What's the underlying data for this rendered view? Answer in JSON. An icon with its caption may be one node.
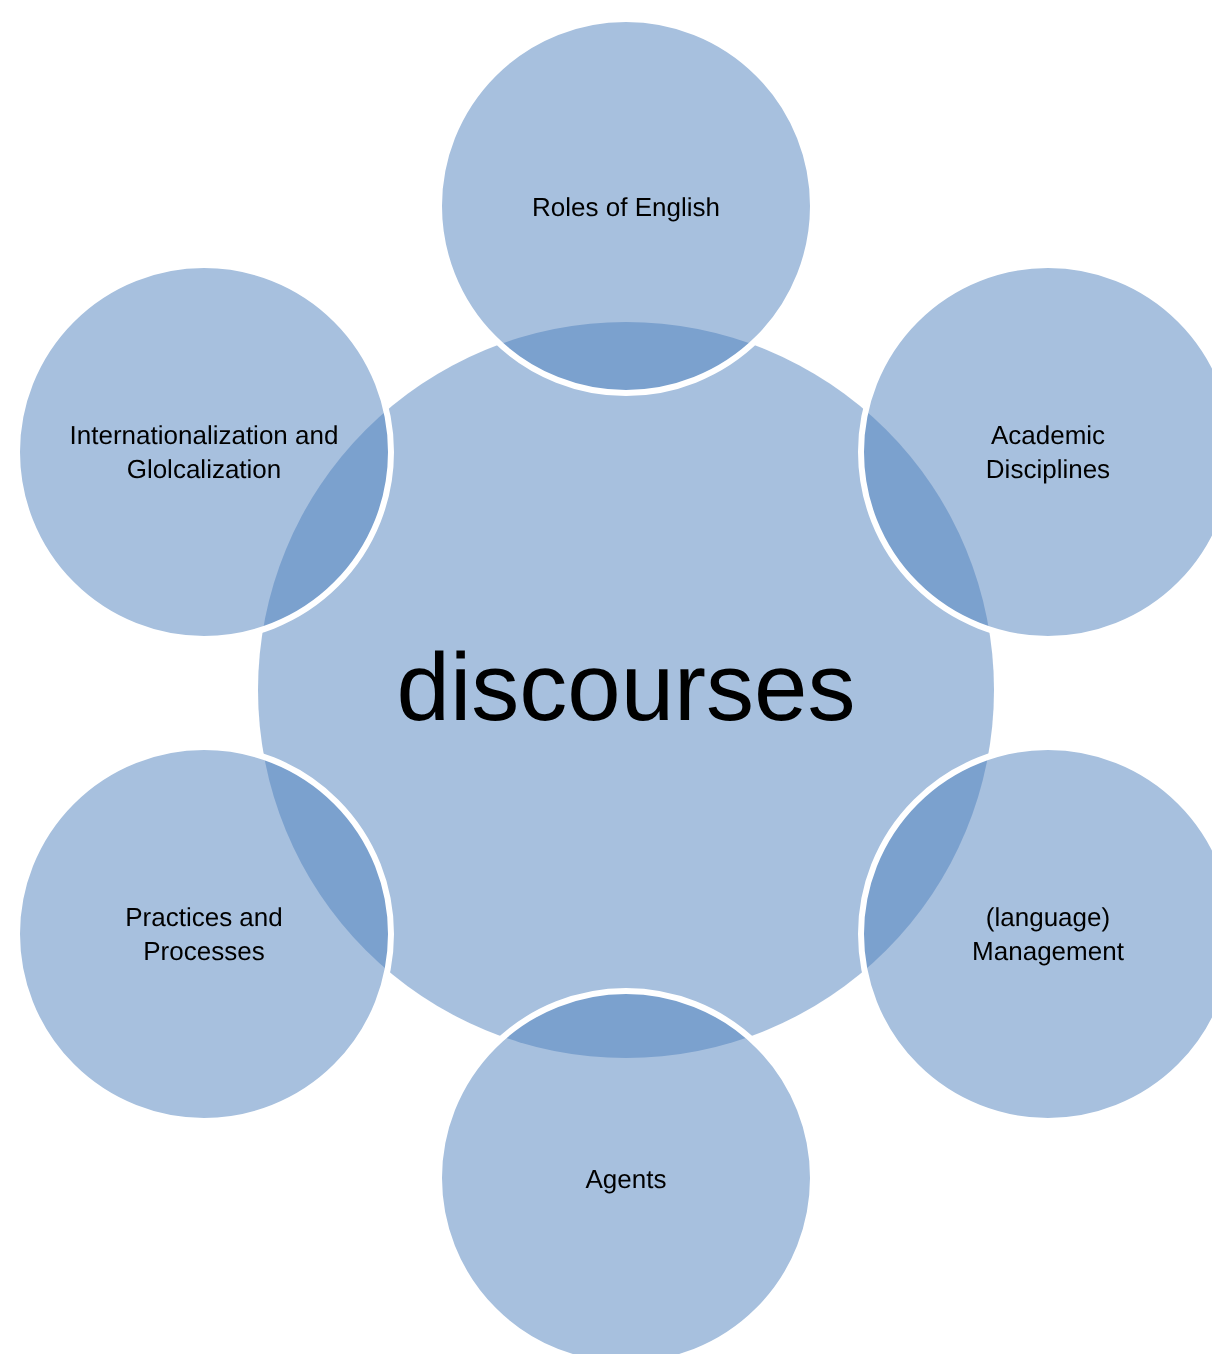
{
  "diagram": {
    "nodes": [
      {
        "text": [
          "discourses"
        ]
      },
      {
        "text": [
          "Roles of English"
        ]
      },
      {
        "text": [
          "Academic Disciplines"
        ]
      },
      {
        "text": [
          "(language) Management"
        ]
      },
      {
        "text": [
          "Agents"
        ]
      },
      {
        "text": [
          "Practices and Processes"
        ]
      },
      {
        "text": [
          "Internationalization and Glolcalization"
        ]
      }
    ]
  }
}
